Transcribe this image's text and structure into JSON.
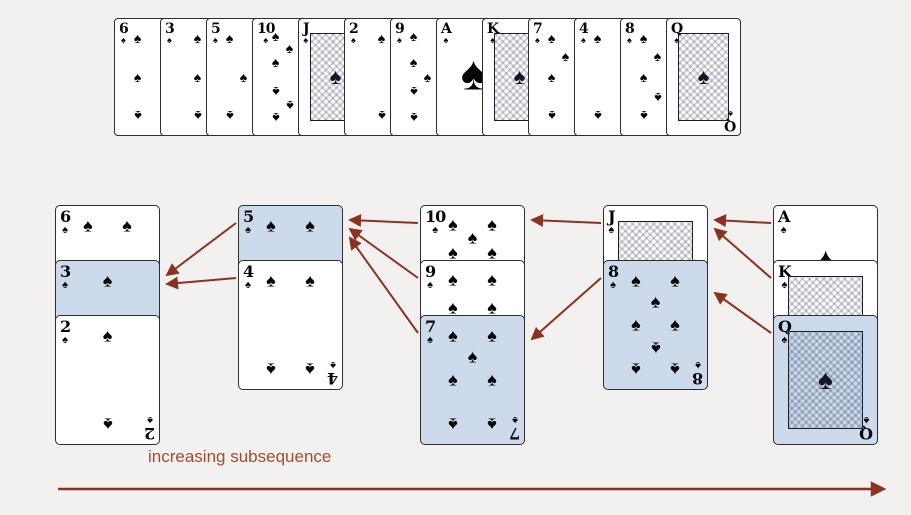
{
  "figure": {
    "background": "#f2f1ef",
    "caption": "increasing subsequence"
  },
  "colors": {
    "card_face": "#ffffff",
    "card_highlight": "#ccdaeb",
    "card_border": "#2e2e2e",
    "pip": "#050505",
    "arrow": "#8b3220",
    "caption_text": "#a84a2e"
  },
  "suit": "spade",
  "suit_symbol": "♠",
  "top_row": {
    "cards": [
      "6",
      "3",
      "5",
      "10",
      "J",
      "2",
      "9",
      "A",
      "K",
      "7",
      "4",
      "8",
      "Q"
    ]
  },
  "piles": [
    {
      "cards": [
        {
          "rank": "6",
          "highlighted": false
        },
        {
          "rank": "3",
          "highlighted": true
        },
        {
          "rank": "2",
          "highlighted": false
        }
      ]
    },
    {
      "cards": [
        {
          "rank": "5",
          "highlighted": true
        },
        {
          "rank": "4",
          "highlighted": false
        }
      ]
    },
    {
      "cards": [
        {
          "rank": "10",
          "highlighted": false
        },
        {
          "rank": "9",
          "highlighted": false
        },
        {
          "rank": "7",
          "highlighted": true
        }
      ]
    },
    {
      "cards": [
        {
          "rank": "J",
          "highlighted": false
        },
        {
          "rank": "8",
          "highlighted": true
        }
      ]
    },
    {
      "cards": [
        {
          "rank": "A",
          "highlighted": false
        },
        {
          "rank": "K",
          "highlighted": false
        },
        {
          "rank": "Q",
          "highlighted": true
        }
      ]
    }
  ],
  "links": [
    {
      "from": "5",
      "to": "3"
    },
    {
      "from": "4",
      "to": "3"
    },
    {
      "from": "10",
      "to": "5"
    },
    {
      "from": "9",
      "to": "5"
    },
    {
      "from": "7",
      "to": "5"
    },
    {
      "from": "J",
      "to": "10"
    },
    {
      "from": "8",
      "to": "7"
    },
    {
      "from": "A",
      "to": "J"
    },
    {
      "from": "K",
      "to": "J"
    },
    {
      "from": "Q",
      "to": "8"
    }
  ],
  "highlighted_sequence": [
    "3",
    "5",
    "7",
    "8",
    "Q"
  ]
}
